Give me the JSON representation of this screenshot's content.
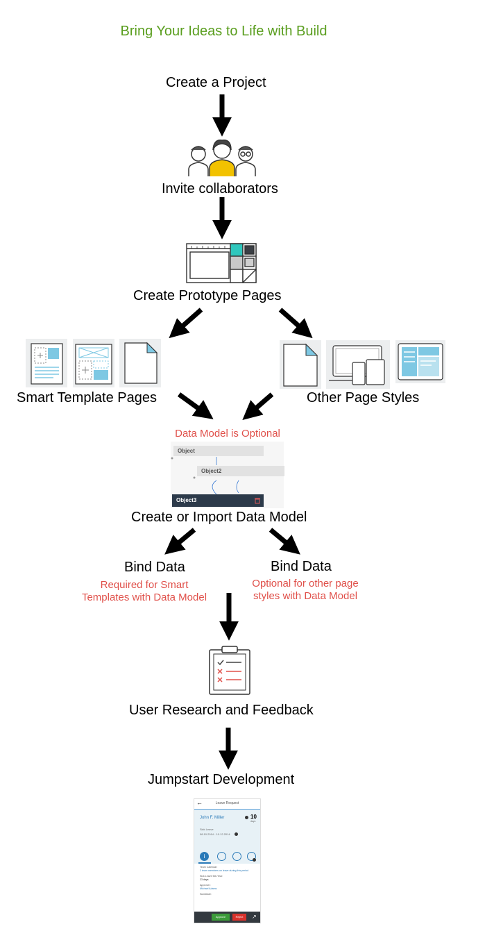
{
  "title": "Bring Your Ideas to Life with Build",
  "steps": {
    "create_project": "Create a Project",
    "invite": "Invite collaborators",
    "prototype_pages": "Create Prototype Pages",
    "smart_templates": "Smart Template Pages",
    "other_styles": "Other Page Styles",
    "data_model": "Create or Import Data Model",
    "bind_left": "Bind Data",
    "bind_right": "Bind Data",
    "research": "User Research and Feedback",
    "jumpstart": "Jumpstart Development"
  },
  "notes": {
    "data_model_optional": "Data Model is Optional",
    "bind_left_1": "Required for Smart",
    "bind_left_2": "Templates with Data Model",
    "bind_right_1": "Optional for other page",
    "bind_right_2": "styles with Data Model"
  },
  "data_model_mock": {
    "object1": "Object",
    "object2": "Object2",
    "object3": "Object3"
  },
  "phone_mock": {
    "header": "Leave Request",
    "name": "John F. Miller",
    "days": "10",
    "days_unit": "days",
    "type": "Sick Leave",
    "dates": "08.10.2014 - 10.12.2014",
    "team_cal_label": "Team Calendar:",
    "team_cal_value": "2 team members on leave during this period",
    "year_label": "Sick Leave this Year:",
    "year_value": "23 days",
    "approver_label": "Approver:",
    "approver_value": "Michael Adams",
    "substitute_label": "Substitute:",
    "approve": "Approve",
    "reject": "Reject"
  },
  "colors": {
    "title": "#5a9e1f",
    "note": "#e0504a",
    "accent": "#2fb5a8",
    "thumb_blue": "#7ec8e3"
  }
}
